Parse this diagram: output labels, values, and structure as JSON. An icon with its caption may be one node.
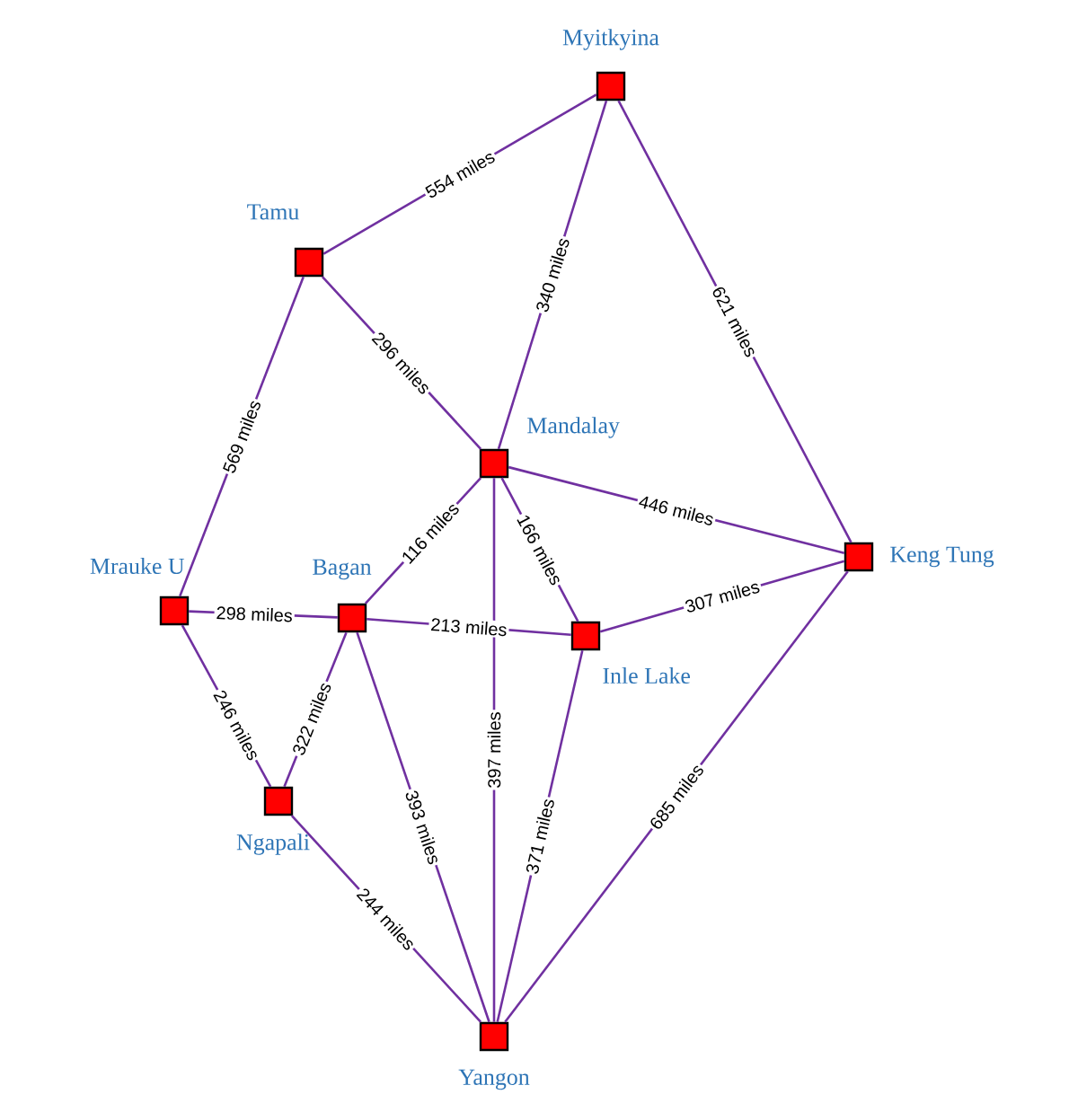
{
  "diagram": {
    "nodes": [
      {
        "text": [
          "Myitkyina"
        ]
      },
      {
        "text": [
          "Tamu"
        ]
      },
      {
        "text": [
          "Mandalay"
        ]
      },
      {
        "text": [
          "Keng Tung"
        ]
      },
      {
        "text": [
          "Mrauke U"
        ]
      },
      {
        "text": [
          "Bagan"
        ]
      },
      {
        "text": [
          "Inle Lake"
        ]
      },
      {
        "text": [
          "Ngapali"
        ]
      },
      {
        "text": [
          "Yangon"
        ]
      }
    ],
    "edges": [
      {
        "from": 1,
        "to": 0,
        "arrow": "none",
        "label": "554 miles"
      },
      {
        "from": 2,
        "to": 0,
        "arrow": "none",
        "label": "340 miles"
      },
      {
        "from": 0,
        "to": 3,
        "arrow": "none",
        "label": "621 miles"
      },
      {
        "from": 1,
        "to": 2,
        "arrow": "none",
        "label": "296 miles"
      },
      {
        "from": 4,
        "to": 1,
        "arrow": "none",
        "label": "569 miles"
      },
      {
        "from": 5,
        "to": 2,
        "arrow": "none",
        "label": "116 miles"
      },
      {
        "from": 2,
        "to": 6,
        "arrow": "none",
        "label": "166 miles"
      },
      {
        "from": 2,
        "to": 3,
        "arrow": "none",
        "label": "446 miles"
      },
      {
        "from": 4,
        "to": 5,
        "arrow": "none",
        "label": "298 miles"
      },
      {
        "from": 5,
        "to": 6,
        "arrow": "none",
        "label": "213 miles"
      },
      {
        "from": 6,
        "to": 3,
        "arrow": "none",
        "label": "307 miles"
      },
      {
        "from": 4,
        "to": 7,
        "arrow": "none",
        "label": "246 miles"
      },
      {
        "from": 7,
        "to": 5,
        "arrow": "none",
        "label": "322 miles"
      },
      {
        "from": 5,
        "to": 8,
        "arrow": "none",
        "label": "393 miles"
      },
      {
        "from": 8,
        "to": 2,
        "arrow": "none",
        "label": "397 miles"
      },
      {
        "from": 8,
        "to": 6,
        "arrow": "none",
        "label": "371 miles"
      },
      {
        "from": 8,
        "to": 3,
        "arrow": "none",
        "label": "685 miles"
      },
      {
        "from": 7,
        "to": 8,
        "arrow": "none",
        "label": "244 miles"
      }
    ]
  }
}
